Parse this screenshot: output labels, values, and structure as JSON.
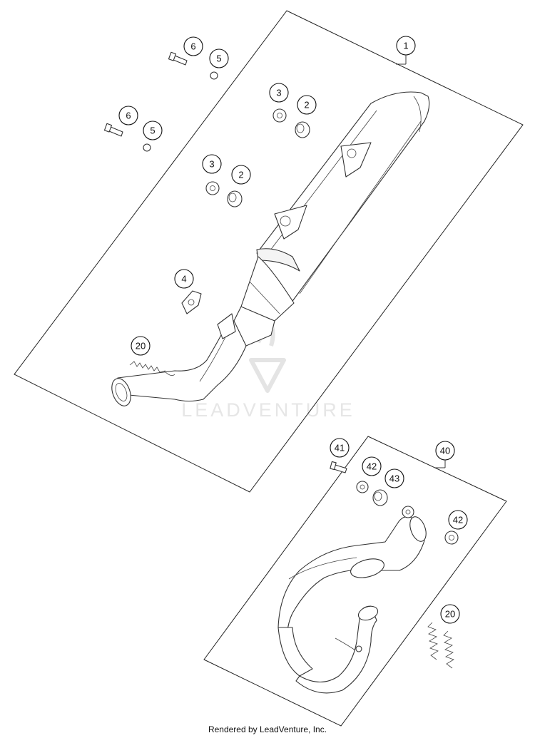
{
  "callouts": {
    "c1": "1",
    "c2a": "2",
    "c2b": "2",
    "c3a": "3",
    "c3b": "3",
    "c4": "4",
    "c5a": "5",
    "c5b": "5",
    "c6a": "6",
    "c6b": "6",
    "c20a": "20",
    "c20b": "20",
    "c40": "40",
    "c41": "41",
    "c42a": "42",
    "c42b": "42",
    "c43": "43"
  },
  "watermark": "LEADVENTURE",
  "footer": "Rendered by LeadVenture, Inc."
}
